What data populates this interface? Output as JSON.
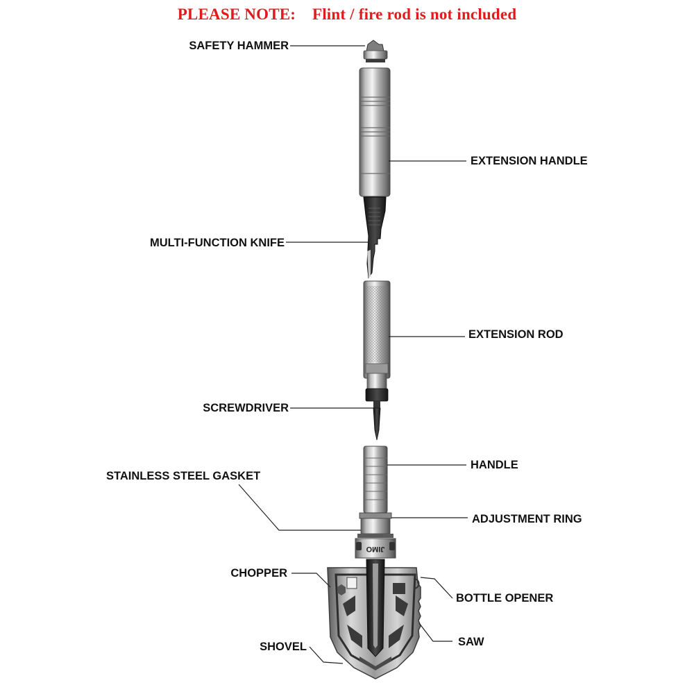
{
  "note": "PLEASE NOTE:    Flint / fire rod is not included",
  "labels": {
    "safety_hammer": "SAFETY HAMMER",
    "extension_handle": "EXTENSION HANDLE",
    "multi_function_knife": "MULTI-FUNCTION KNIFE",
    "extension_rod": "EXTENSION ROD",
    "screwdriver": "SCREWDRIVER",
    "handle": "HANDLE",
    "stainless_steel_gasket": "STAINLESS STEEL GASKET",
    "adjustment_ring": "ADJUSTMENT RING",
    "chopper": "CHOPPER",
    "bottle_opener": "BOTTLE OPENER",
    "saw": "SAW",
    "shovel": "SHOVEL"
  },
  "brand_mark": "JIMO",
  "colors": {
    "note": "#e01b1b",
    "label": "#111111",
    "leader": "#222222",
    "metal_light": "#e8e8e8",
    "metal_mid": "#a9a9a9",
    "metal_dark": "#5e5e5e",
    "blade_dark": "#2a2a2a"
  }
}
